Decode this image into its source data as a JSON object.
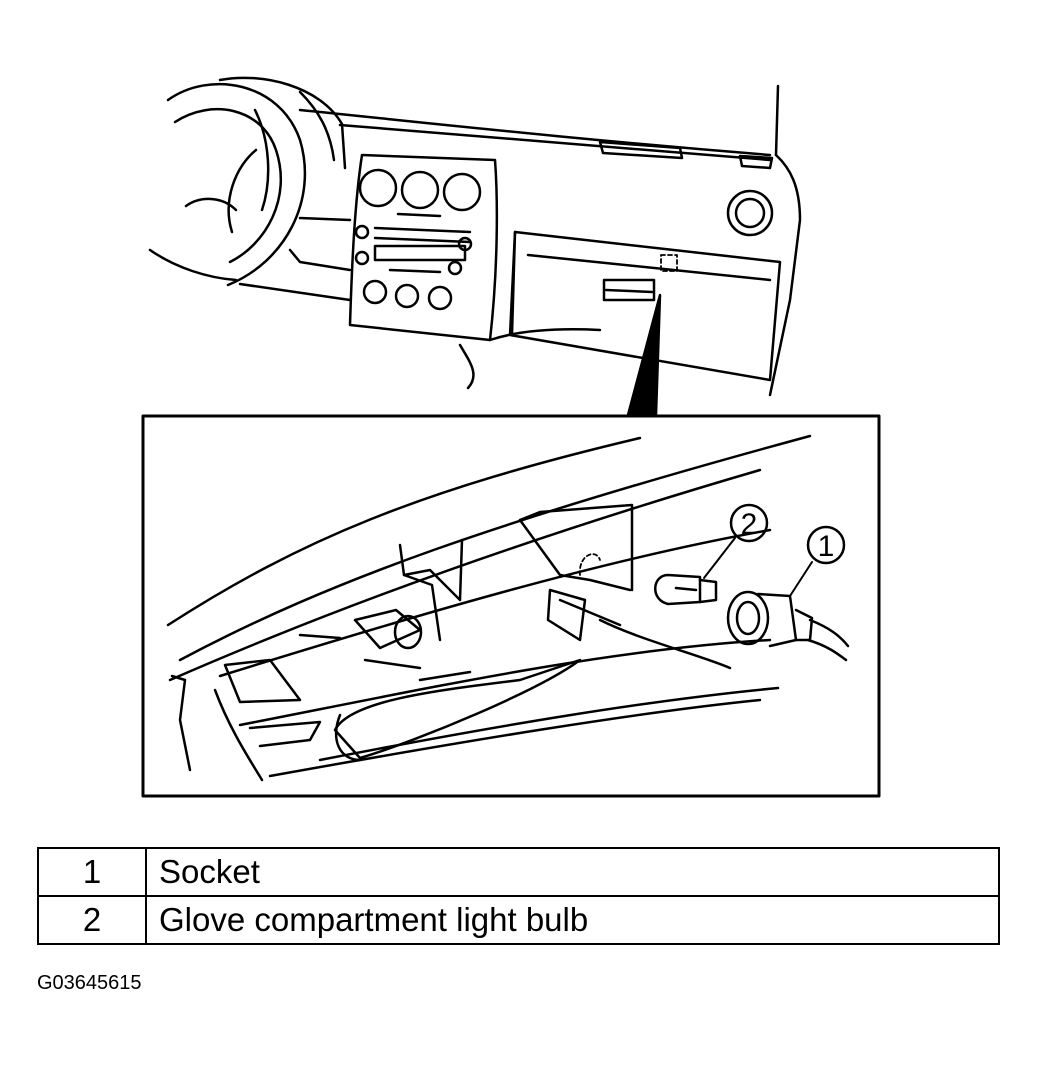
{
  "callouts": {
    "socket": "1",
    "bulb": "2"
  },
  "legend": [
    {
      "number": "1",
      "label": "Socket"
    },
    {
      "number": "2",
      "label": "Glove compartment light bulb"
    }
  ],
  "figure_id": "G03645615"
}
